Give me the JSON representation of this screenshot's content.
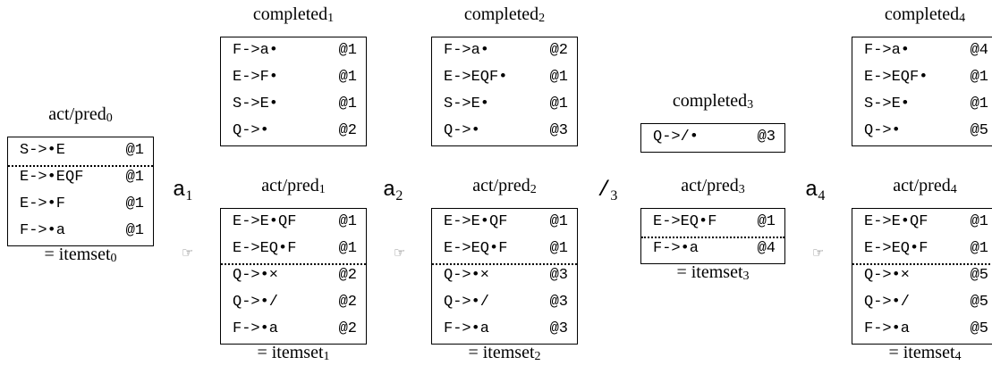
{
  "columns": [
    {
      "id": "col0",
      "completed": null,
      "act_pred": {
        "title": "act/pred",
        "sub": "0",
        "rows": [
          {
            "rule": "S->•E",
            "at": "@1"
          },
          {
            "rule": "E->•EQF",
            "at": "@1"
          },
          {
            "rule": "E->•F",
            "at": "@1"
          },
          {
            "rule": "F->•a",
            "at": "@1"
          }
        ],
        "divider_after": 1
      },
      "itemset": {
        "label": "= itemset",
        "sub": "0"
      }
    },
    {
      "id": "col1",
      "completed": {
        "title": "completed",
        "sub": "1",
        "rows": [
          {
            "rule": "F->a•",
            "at": "@1"
          },
          {
            "rule": "E->F•",
            "at": "@1"
          },
          {
            "rule": "S->E•",
            "at": "@1"
          },
          {
            "rule": "Q->•",
            "at": "@2"
          }
        ]
      },
      "act_pred": {
        "title": "act/pred",
        "sub": "1",
        "rows": [
          {
            "rule": "E->E•QF",
            "at": "@1"
          },
          {
            "rule": "E->EQ•F",
            "at": "@1"
          },
          {
            "rule": "Q->•×",
            "at": "@2"
          },
          {
            "rule": "Q->•/",
            "at": "@2"
          },
          {
            "rule": "F->•a",
            "at": "@2"
          }
        ],
        "divider_after": 2
      },
      "itemset": {
        "label": "= itemset",
        "sub": "1"
      }
    },
    {
      "id": "col2",
      "completed": {
        "title": "completed",
        "sub": "2",
        "rows": [
          {
            "rule": "F->a•",
            "at": "@2"
          },
          {
            "rule": "E->EQF•",
            "at": "@1"
          },
          {
            "rule": "S->E•",
            "at": "@1"
          },
          {
            "rule": "Q->•",
            "at": "@3"
          }
        ]
      },
      "act_pred": {
        "title": "act/pred",
        "sub": "2",
        "rows": [
          {
            "rule": "E->E•QF",
            "at": "@1"
          },
          {
            "rule": "E->EQ•F",
            "at": "@1"
          },
          {
            "rule": "Q->•×",
            "at": "@3"
          },
          {
            "rule": "Q->•/",
            "at": "@3"
          },
          {
            "rule": "F->•a",
            "at": "@3"
          }
        ],
        "divider_after": 2
      },
      "itemset": {
        "label": "= itemset",
        "sub": "2"
      }
    },
    {
      "id": "col3",
      "completed": {
        "title": "completed",
        "sub": "3",
        "rows": [
          {
            "rule": "Q->/•",
            "at": "@3"
          }
        ]
      },
      "act_pred": {
        "title": "act/pred",
        "sub": "3",
        "rows": [
          {
            "rule": "E->EQ•F",
            "at": "@1"
          },
          {
            "rule": "F->•a",
            "at": "@4"
          }
        ],
        "divider_after": 1
      },
      "itemset": {
        "label": "= itemset",
        "sub": "3"
      }
    },
    {
      "id": "col4",
      "completed": {
        "title": "completed",
        "sub": "4",
        "rows": [
          {
            "rule": "F->a•",
            "at": "@4"
          },
          {
            "rule": "E->EQF•",
            "at": "@1"
          },
          {
            "rule": "S->E•",
            "at": "@1"
          },
          {
            "rule": "Q->•",
            "at": "@5"
          }
        ]
      },
      "act_pred": {
        "title": "act/pred",
        "sub": "4",
        "rows": [
          {
            "rule": "E->E•QF",
            "at": "@1"
          },
          {
            "rule": "E->EQ•F",
            "at": "@1"
          },
          {
            "rule": "Q->•×",
            "at": "@5"
          },
          {
            "rule": "Q->•/",
            "at": "@5"
          },
          {
            "rule": "F->•a",
            "at": "@5"
          }
        ],
        "divider_after": 2
      },
      "itemset": {
        "label": "= itemset",
        "sub": "4"
      }
    }
  ],
  "transitions": [
    {
      "symbol": "a",
      "sub": "1",
      "hand": "☞"
    },
    {
      "symbol": "a",
      "sub": "2",
      "hand": "☞"
    },
    {
      "symbol": "/",
      "sub": "3",
      "hand": ""
    },
    {
      "symbol": "a",
      "sub": "4",
      "hand": "☞"
    }
  ]
}
